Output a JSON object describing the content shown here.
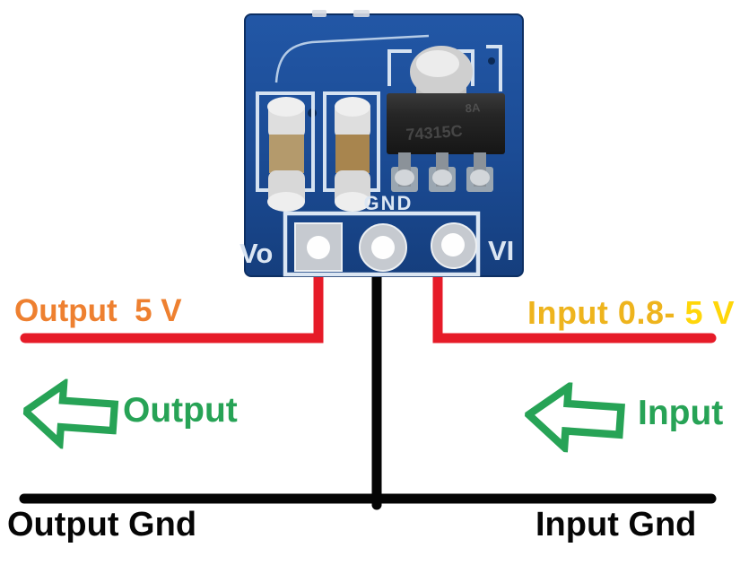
{
  "pcb": {
    "silkscreen": {
      "output_pad": "Vo",
      "ground_pad": "GND",
      "input_pad": "VI"
    },
    "ic_marking_line1": "8A",
    "ic_marking_line2": "74315C"
  },
  "annotations": {
    "output_rail_label": "Output  5 V",
    "input_rail_prefix": "Input 0.8- ",
    "input_rail_suffix": "5 V",
    "output_arrow_label": "Output",
    "input_arrow_label": "Input",
    "output_gnd_label": "Output Gnd",
    "input_gnd_label": "Input Gnd"
  },
  "colors": {
    "pcb_blue": "#1c4d97",
    "wire_red": "#e61b28",
    "wire_black": "#000000",
    "arrow_green": "#27a356",
    "output_orange": "#ee8030",
    "input_gold": "#eeb41d",
    "input_yellow": "#ffd60a",
    "silkscreen_white": "#dbe6f3"
  }
}
